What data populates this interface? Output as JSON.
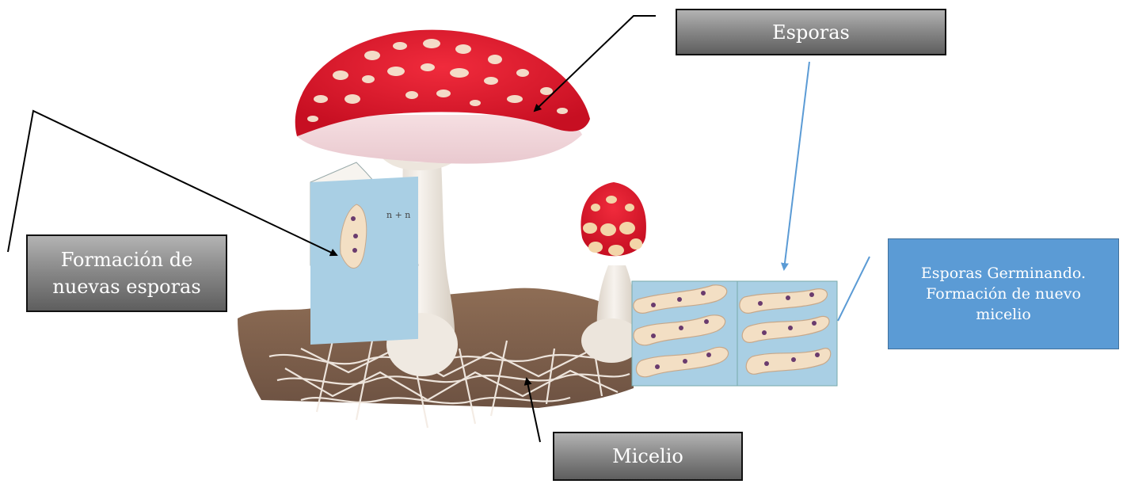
{
  "labels": {
    "esporas": "Esporas",
    "formacion_line1": "Formación de",
    "formacion_line2": "nuevas esporas",
    "micelio": "Micelio",
    "germinando_line1": "Esporas Germinando.",
    "germinando_line2": "Formación de nuevo",
    "germinando_line3": "micelio"
  },
  "illustration_text": "n + n",
  "colors": {
    "cap_red": "#e0182c",
    "cap_spot": "#f5e6d0",
    "stem": "#f3eee6",
    "soil": "#8a6a52",
    "hyphae": "#f7efe8",
    "cell_panel_bg": "#a9cfe4",
    "cell_fill": "#f3dfc4",
    "label_gray": "#8a8a8a",
    "label_blue": "#5b9bd5",
    "pointer_blue": "#5b9bd5"
  }
}
